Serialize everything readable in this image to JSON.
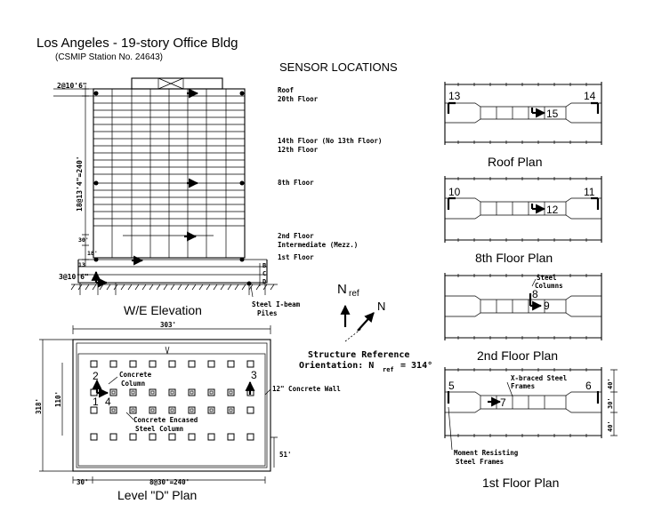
{
  "title": "Los Angeles - 19-story Office Bldg",
  "subtitle": "(CSMIP Station No. 24643)",
  "heading": "SENSOR LOCATIONS",
  "elevation": {
    "caption": "W/E Elevation",
    "dims": {
      "top": "2@10'6\"",
      "middle": "18@13'4\"=240'",
      "mezz": "30'",
      "first": "18'",
      "basement_mark": "13",
      "basement": "3@10'6\""
    },
    "floor_labels": {
      "roof": "Roof",
      "f20": "20th Floor",
      "f14": "14th Floor (No 13th Floor)",
      "f12": "12th Floor",
      "f8": "8th Floor",
      "f2": "2nd Floor",
      "mezz": "Intermediate (Mezz.)",
      "f1": "1st Floor"
    },
    "basement_levels": [
      "B",
      "C",
      "D"
    ],
    "piles_label": [
      "Steel I-beam",
      "Piles"
    ]
  },
  "north": {
    "ref_label": "N",
    "ref_sub": "ref",
    "n_label": "N",
    "structure_ref_line1": "Structure Reference",
    "structure_ref_line2": "Orientation: N",
    "structure_ref_sub": "ref",
    "structure_ref_value": "= 314°"
  },
  "level_d": {
    "caption": "Level \"D\" Plan",
    "dims": {
      "top": "303'",
      "left_outer": "318'",
      "left_inner": "110'",
      "bottom_right": "51'",
      "bottom_left": "30'",
      "bottom_span": "8@30'=240'"
    },
    "sensor_numbers": [
      "2",
      "1",
      "4",
      "3"
    ],
    "labels": {
      "concrete_column": [
        "Concrete",
        "Column"
      ],
      "encased": [
        "Concrete Encased",
        "Steel Column"
      ],
      "wall": "12\" Concrete Wall"
    }
  },
  "plans": [
    {
      "caption": "Roof Plan",
      "sensors": [
        "13",
        "14",
        "15"
      ]
    },
    {
      "caption": "8th Floor Plan",
      "sensors": [
        "10",
        "11",
        "12"
      ]
    },
    {
      "caption": "2nd Floor Plan",
      "sensors": [
        "8",
        "9"
      ],
      "note": [
        "Steel",
        "Columns"
      ]
    },
    {
      "caption": "1st Floor Plan",
      "sensors": [
        "5",
        "6",
        "7"
      ],
      "note": [
        "X-braced Steel",
        "Frames"
      ],
      "dims": [
        "40'",
        "30'",
        "40'"
      ],
      "moment_label": [
        "Moment Resisting",
        "Steel Frames"
      ]
    }
  ]
}
